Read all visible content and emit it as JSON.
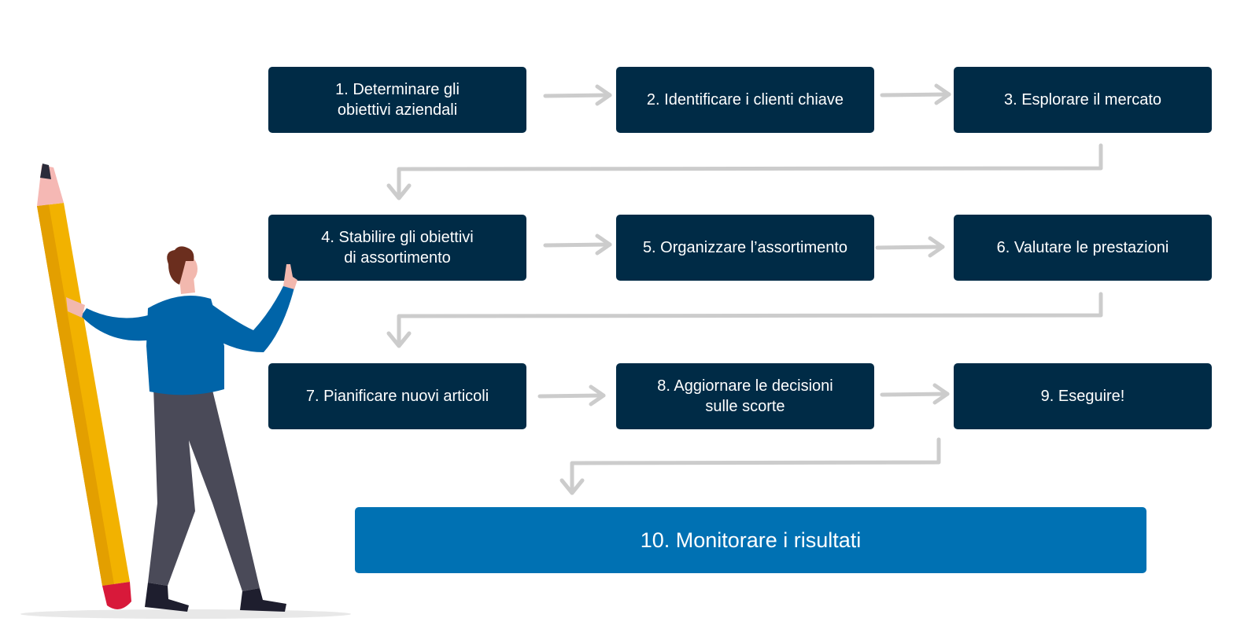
{
  "steps": [
    {
      "label": "1. Determinare gli\nobiettivi aziendali"
    },
    {
      "label": "2. Identificare i clienti chiave"
    },
    {
      "label": "3. Esplorare il mercato"
    },
    {
      "label": "4. Stabilire gli obiettivi\ndi assortimento"
    },
    {
      "label": "5. Organizzare l’assortimento"
    },
    {
      "label": "6. Valutare le prestazioni"
    },
    {
      "label": "7. Pianificare nuovi articoli"
    },
    {
      "label": "8. Aggiornare le decisioni\nsulle scorte"
    },
    {
      "label": "9. Eseguire!"
    },
    {
      "label": "10. Monitorare i risultati"
    }
  ],
  "colors": {
    "step_fill": "#002b46",
    "final_fill": "#0071b3",
    "arrow": "#cccccc",
    "pencil": "#f2b200",
    "shirt": "#0064a8",
    "pants": "#4a4a58"
  }
}
